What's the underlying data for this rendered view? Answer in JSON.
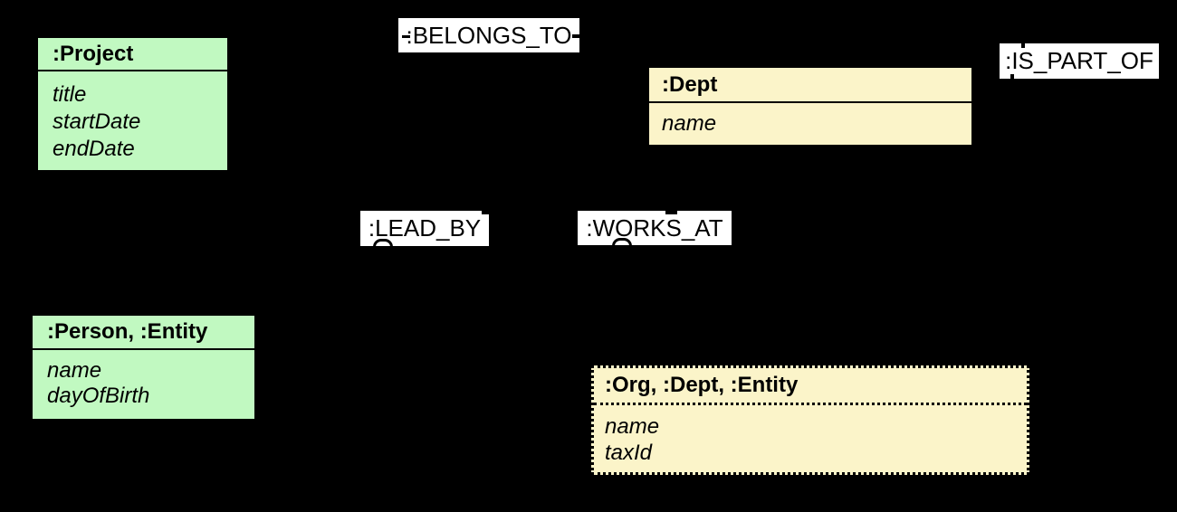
{
  "diagram": {
    "background_color": "#000000",
    "node_fill_green": "#C1F9C1",
    "node_fill_yellow": "#FBF4C9",
    "chip_fill": "#FFFFFF",
    "line_color": "#000000",
    "nodes": [
      {
        "key": "project",
        "title": ":Project",
        "properties": [
          "title",
          "startDate",
          "endDate"
        ],
        "fill": "#C1F9C1",
        "border": "solid"
      },
      {
        "key": "dept",
        "title": ":Dept",
        "properties": [
          "name"
        ],
        "fill": "#FBF4C9",
        "border": "solid"
      },
      {
        "key": "person",
        "title": ":Person, :Entity",
        "properties": [
          "name",
          "dayOfBirth"
        ],
        "fill": "#C1F9C1",
        "border": "solid"
      },
      {
        "key": "org",
        "title": ":Org, :Dept, :Entity",
        "properties": [
          "name",
          "taxId"
        ],
        "fill": "#FBF4C9",
        "border": "dotted"
      }
    ],
    "relationships": [
      {
        "key": "belongs_to",
        "label": ":BELONGS_TO"
      },
      {
        "key": "is_part_of",
        "label": ":IS_PART_OF"
      },
      {
        "key": "lead_by",
        "label": ":LEAD_BY"
      },
      {
        "key": "works_at",
        "label": ":WORKS_AT"
      }
    ]
  }
}
